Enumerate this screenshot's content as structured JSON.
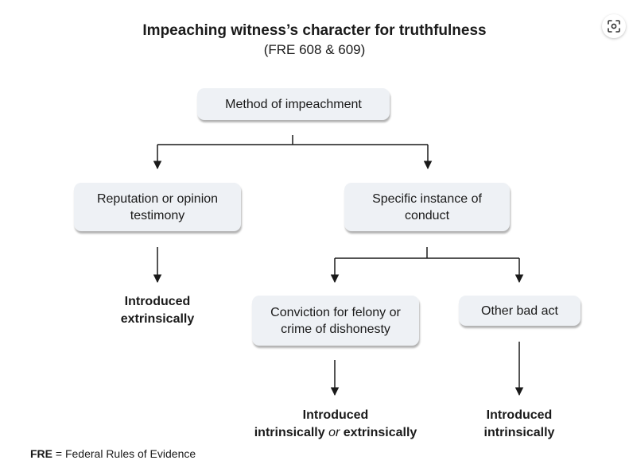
{
  "title": "Impeaching witness’s character for truthfulness",
  "subtitle": "(FRE 608 & 609)",
  "nodes": {
    "method": "Method of impeachment",
    "reputation": "Reputation or opinion testimony",
    "specific": "Specific instance of conduct",
    "conviction": "Conviction for felony or crime of dishonesty",
    "other_bad_act": "Other bad act"
  },
  "results": {
    "reputation": "Introduced extrinsically",
    "conviction_part1": "Introduced",
    "conviction_part2": "intrinsically",
    "conviction_or": "or",
    "conviction_part3": "extrinsically",
    "other_bad_act": "Introduced intrinsically"
  },
  "footnote": {
    "abbr": "FRE",
    "definition": " = Federal Rules of Evidence"
  },
  "icons": {
    "lens": "lens-search-icon"
  }
}
